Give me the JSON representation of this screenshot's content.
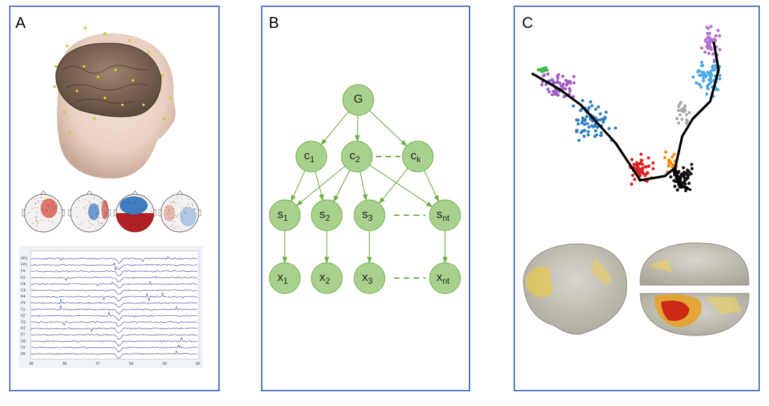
{
  "panels": {
    "a": {
      "label": "A"
    },
    "b": {
      "label": "B"
    },
    "c": {
      "label": "C"
    }
  },
  "eeg": {
    "channels": [
      "FP2",
      "FP1",
      "F4",
      "F3",
      "C4",
      "C3",
      "P4",
      "P3",
      "Cz",
      "FZ",
      "O1",
      "PZ",
      "F7",
      "O2",
      "T3",
      "F8"
    ],
    "x_ticks": [
      "55",
      "56",
      "57",
      "58",
      "59",
      "60"
    ]
  },
  "graph": {
    "nodes": {
      "G": {
        "base": "G",
        "sub": ""
      },
      "c1": {
        "base": "c",
        "sub": "1"
      },
      "c2": {
        "base": "c",
        "sub": "2"
      },
      "ck": {
        "base": "c",
        "sub": "k"
      },
      "s1": {
        "base": "s",
        "sub": "1"
      },
      "s2": {
        "base": "s",
        "sub": "2"
      },
      "s3": {
        "base": "s",
        "sub": "3"
      },
      "snt": {
        "base": "s",
        "sub": "nt"
      },
      "x1": {
        "base": "x",
        "sub": "1"
      },
      "x2": {
        "base": "x",
        "sub": "2"
      },
      "x3": {
        "base": "x",
        "sub": "3"
      },
      "xnt": {
        "base": "x",
        "sub": "nt"
      }
    },
    "edges": [
      [
        "G",
        "c1"
      ],
      [
        "G",
        "c2"
      ],
      [
        "G",
        "ck"
      ],
      [
        "c1",
        "s1"
      ],
      [
        "c1",
        "s2"
      ],
      [
        "c2",
        "s1"
      ],
      [
        "c2",
        "s2"
      ],
      [
        "c2",
        "s3"
      ],
      [
        "c2",
        "snt"
      ],
      [
        "ck",
        "s3"
      ],
      [
        "ck",
        "snt"
      ],
      [
        "s1",
        "x1"
      ],
      [
        "s2",
        "x2"
      ],
      [
        "s3",
        "x3"
      ],
      [
        "snt",
        "xnt"
      ]
    ],
    "colors": {
      "fill": "#A9D18E",
      "stroke": "#70AD47"
    }
  },
  "colors": {
    "border": "#4472C4"
  }
}
